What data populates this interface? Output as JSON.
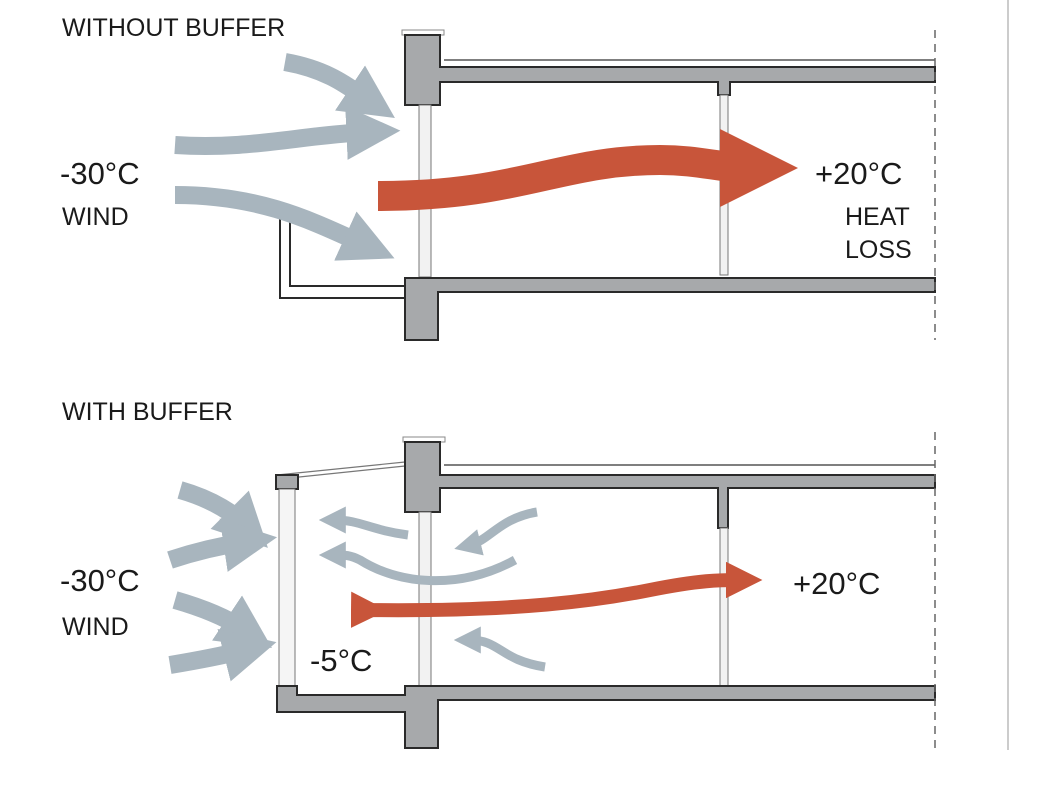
{
  "colors": {
    "structure": "#a7a9ab",
    "outline": "#2a2a2a",
    "wind": "#a8b5be",
    "heat": "#c8553a"
  },
  "without_buffer": {
    "title": "WITHOUT BUFFER",
    "outside_temp": "-30°C",
    "wind_label": "WIND",
    "inside_temp": "+20°C",
    "heat_loss_line1": "HEAT",
    "heat_loss_line2": "LOSS"
  },
  "with_buffer": {
    "title": "WITH BUFFER",
    "outside_temp": "-30°C",
    "wind_label": "WIND",
    "buffer_temp": "-5°C",
    "inside_temp": "+20°C"
  }
}
